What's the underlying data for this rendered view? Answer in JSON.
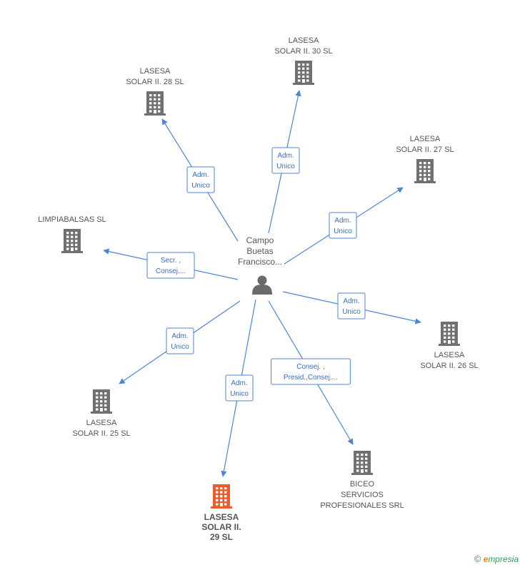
{
  "center": {
    "label_lines": [
      "Campo",
      "Buetas",
      "Francisco..."
    ],
    "icon": "person-icon"
  },
  "nodes": [
    {
      "id": "n30",
      "label_lines": [
        "LASESA",
        "SOLAR II.  30 SL"
      ],
      "label_pos": "above",
      "icon": "building-icon",
      "color": "#707070"
    },
    {
      "id": "n28",
      "label_lines": [
        "LASESA",
        "SOLAR II.  28 SL"
      ],
      "label_pos": "above",
      "icon": "building-icon",
      "color": "#707070"
    },
    {
      "id": "n27",
      "label_lines": [
        "LASESA",
        "SOLAR II.  27 SL"
      ],
      "label_pos": "above",
      "icon": "building-icon",
      "color": "#707070"
    },
    {
      "id": "nlimp",
      "label_lines": [
        "LIMPIABALSAS SL"
      ],
      "label_pos": "above",
      "icon": "building-icon",
      "color": "#707070"
    },
    {
      "id": "n26",
      "label_lines": [
        "LASESA",
        "SOLAR II.  26 SL"
      ],
      "label_pos": "below",
      "icon": "building-icon",
      "color": "#707070"
    },
    {
      "id": "n25",
      "label_lines": [
        "LASESA",
        "SOLAR II.  25 SL"
      ],
      "label_pos": "below",
      "icon": "building-icon",
      "color": "#707070"
    },
    {
      "id": "nbiceo",
      "label_lines": [
        "BICEO",
        "SERVICIOS",
        "PROFESIONALES SRL"
      ],
      "label_pos": "below",
      "icon": "building-icon",
      "color": "#707070"
    },
    {
      "id": "n29",
      "label_lines": [
        "LASESA",
        "SOLAR II.",
        "29 SL"
      ],
      "label_pos": "below",
      "icon": "building-icon",
      "color": "#f05a28",
      "highlight": true
    }
  ],
  "edges": [
    {
      "to": "n30",
      "label_lines": [
        "Adm.",
        "Unico"
      ]
    },
    {
      "to": "n28",
      "label_lines": [
        "Adm.",
        "Unico"
      ]
    },
    {
      "to": "n27",
      "label_lines": [
        "Adm.",
        "Unico"
      ]
    },
    {
      "to": "nlimp",
      "label_lines": [
        "Secr. ,",
        "Consej...."
      ]
    },
    {
      "to": "n26",
      "label_lines": [
        "Adm.",
        "Unico"
      ]
    },
    {
      "to": "n25",
      "label_lines": [
        "Adm.",
        "Unico"
      ]
    },
    {
      "to": "nbiceo",
      "label_lines": [
        "Consej. ,",
        "Presid.,Consej...."
      ]
    },
    {
      "to": "n29",
      "label_lines": [
        "Adm.",
        "Unico"
      ]
    }
  ],
  "footer": {
    "copyright": "©",
    "brand_e": "e",
    "brand_rest": "mpresia"
  },
  "colors": {
    "edge": "#4a86d6",
    "building": "#707070",
    "highlight": "#f05a28"
  }
}
